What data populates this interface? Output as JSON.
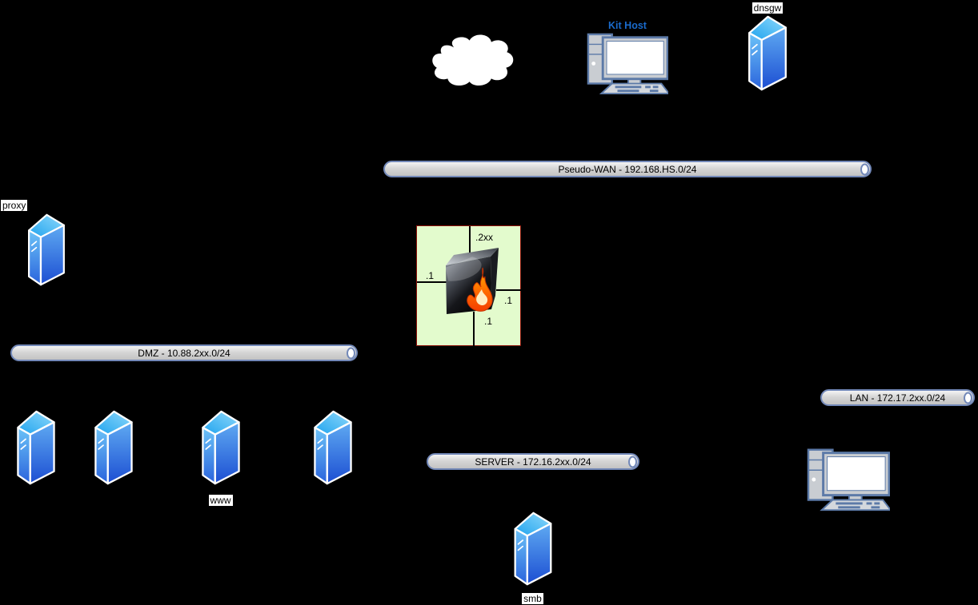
{
  "meta": {
    "type": "network-diagram",
    "background": "#000000"
  },
  "networks": {
    "pseudo_wan": {
      "label": "Pseudo-WAN - 192.168.HS.0/24"
    },
    "dmz": {
      "label": "DMZ - 10.88.2xx.0/24"
    },
    "lan": {
      "label": "LAN - 172.17.2xx.0/24"
    },
    "server": {
      "label": "SERVER - 172.16.2xx.0/24"
    }
  },
  "nodes": {
    "cloud": {
      "icon": "cloud-icon"
    },
    "kit_host": {
      "label": "Kit Host",
      "label_color": "#1a6bcc",
      "icon": "desktop-computer-icon"
    },
    "dnsgw": {
      "label": "dnsgw",
      "icon": "server-tower-icon"
    },
    "proxy": {
      "label": "proxy",
      "icon": "server-tower-icon"
    },
    "www": {
      "label": "www",
      "icon": "server-tower-icon"
    },
    "smb": {
      "label": "smb",
      "icon": "server-tower-icon"
    },
    "dmz_server_count": 4,
    "lan_workstation": {
      "icon": "desktop-computer-icon"
    }
  },
  "firewall": {
    "icon": "firewall-flame-icon",
    "zone_fill": "#e3fbcd",
    "zone_border": "#8c1007",
    "interfaces": {
      "wan": ".2xx",
      "dmz": ".1",
      "lan": ".1",
      "server": ".1"
    }
  },
  "colors": {
    "bus_fill": "#d6d6d6",
    "bus_border": "#7288b8",
    "server_blue_top": "#2fa8ef",
    "server_blue_bottom": "#1c4ed2",
    "computer_outline": "#5c7aa8",
    "flame_orange": "#ff6a00",
    "cloud_fill": "#ffffff"
  }
}
